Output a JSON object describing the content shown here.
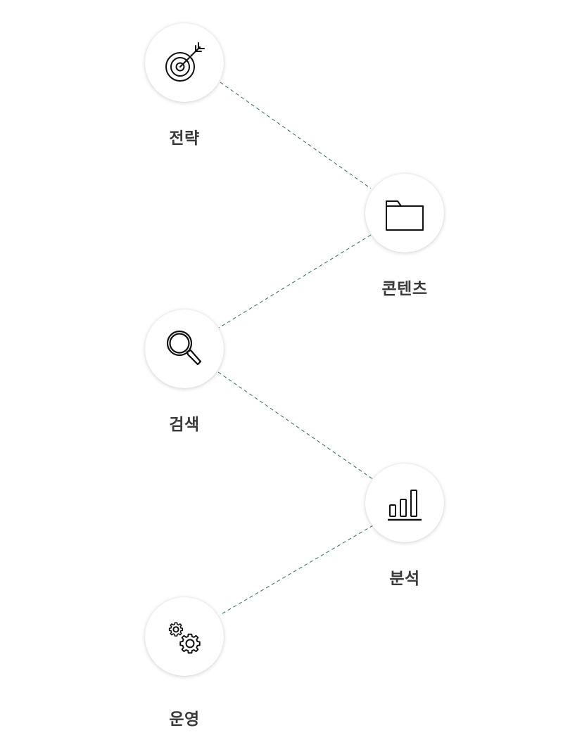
{
  "steps": [
    {
      "label": "전략",
      "icon": "target-icon"
    },
    {
      "label": "콘텐츠",
      "icon": "folder-icon"
    },
    {
      "label": "검색",
      "icon": "search-icon"
    },
    {
      "label": "분석",
      "icon": "bar-chart-icon"
    },
    {
      "label": "운영",
      "icon": "gears-icon"
    }
  ],
  "colors": {
    "connector": "#2f6e4e",
    "label": "#3a3a3a",
    "icon_stroke": "#111111"
  }
}
